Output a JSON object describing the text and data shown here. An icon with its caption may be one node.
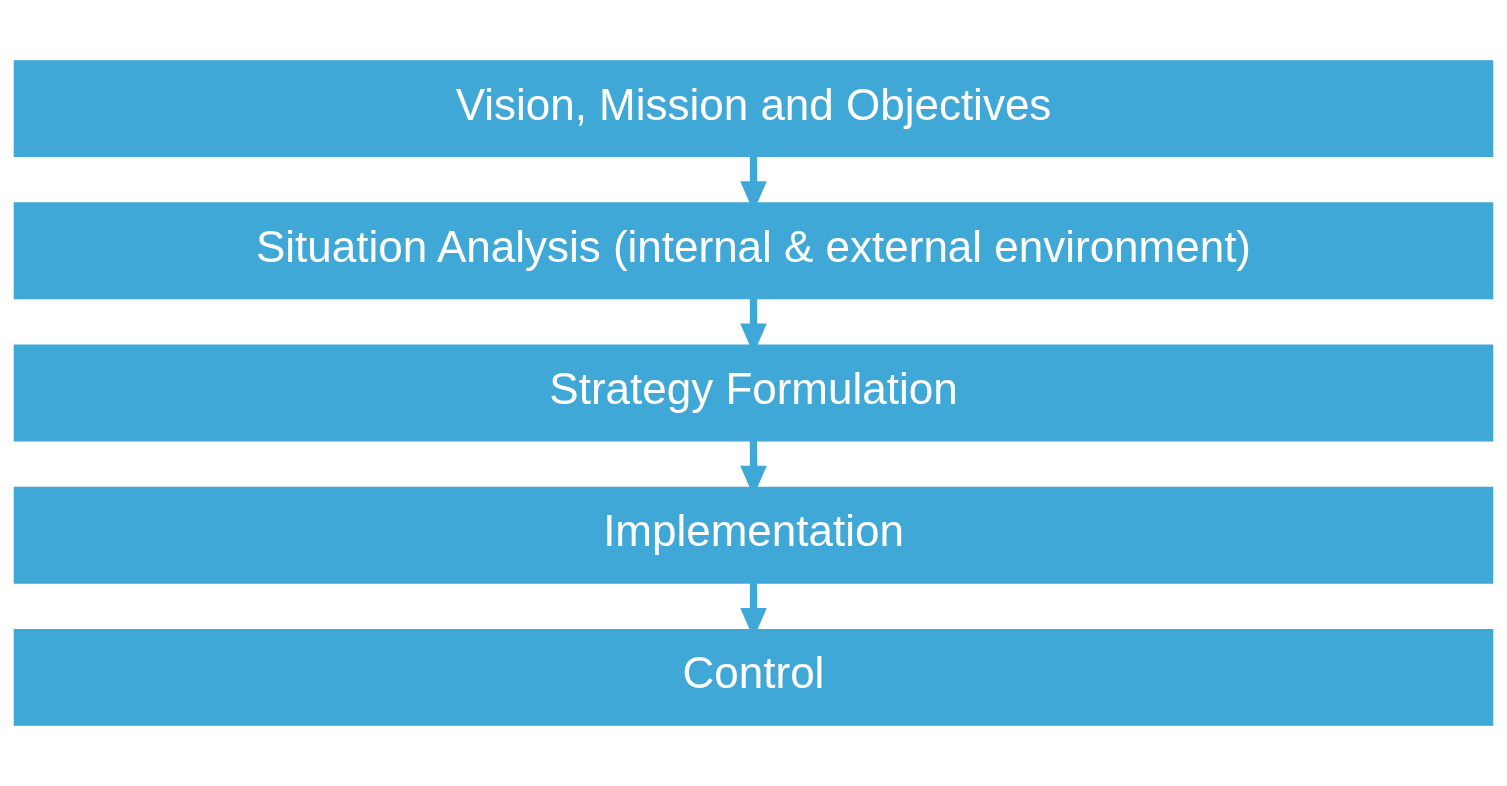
{
  "diagram": {
    "nodes": [
      {
        "text": [
          "Vision, Mission and Objectives"
        ]
      },
      {
        "text": [
          "Situation Analysis (internal & external environment)"
        ]
      },
      {
        "text": [
          "Strategy Formulation"
        ]
      },
      {
        "text": [
          "Implementation"
        ]
      },
      {
        "text": [
          "Control"
        ]
      }
    ],
    "edges": [
      {
        "from": 0,
        "to": 1,
        "arrow": "to"
      },
      {
        "from": 1,
        "to": 2,
        "arrow": "to"
      },
      {
        "from": 2,
        "to": 3,
        "arrow": "to"
      },
      {
        "from": 3,
        "to": 4,
        "arrow": "to"
      }
    ]
  }
}
